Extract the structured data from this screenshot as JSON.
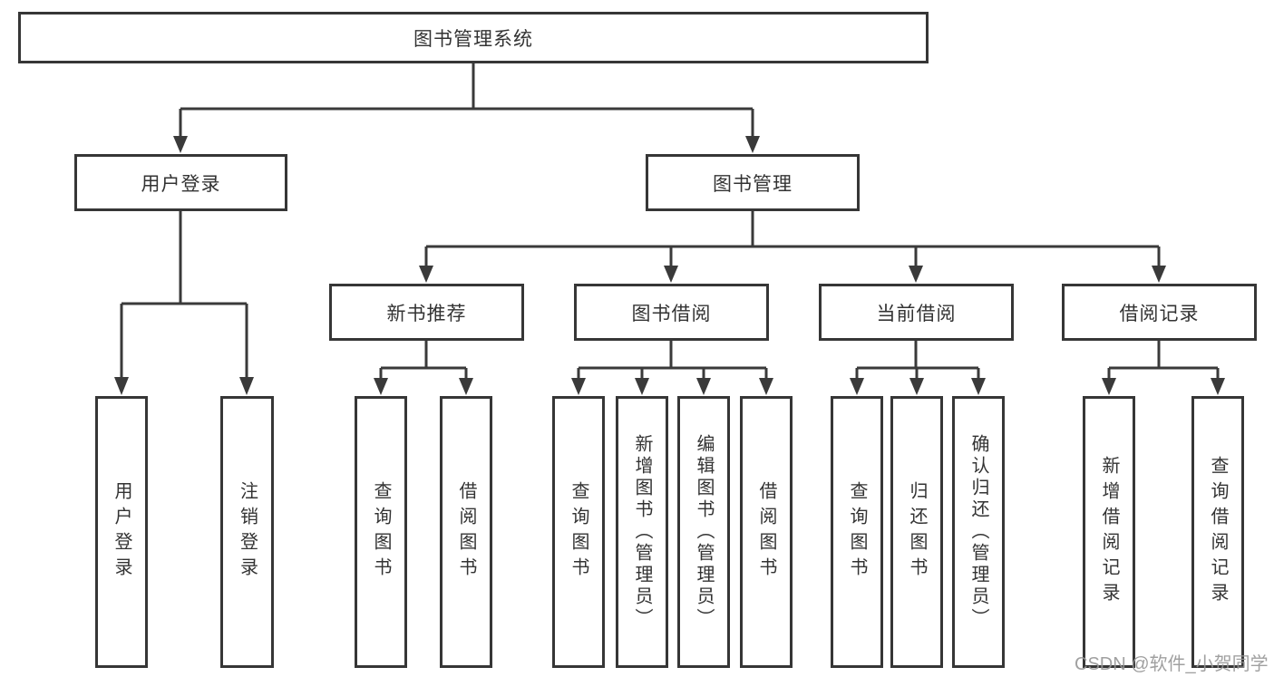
{
  "diagram": {
    "root": {
      "label": "图书管理系统"
    },
    "level2": [
      {
        "label": "用户登录"
      },
      {
        "label": "图书管理"
      }
    ],
    "level3": [
      {
        "label": "新书推荐",
        "parent": "图书管理"
      },
      {
        "label": "图书借阅",
        "parent": "图书管理"
      },
      {
        "label": "当前借阅",
        "parent": "图书管理"
      },
      {
        "label": "借阅记录",
        "parent": "图书管理"
      }
    ],
    "leaves": [
      {
        "label": "用户登录",
        "parent": "用户登录"
      },
      {
        "label": "注销登录",
        "parent": "用户登录"
      },
      {
        "label": "查询图书",
        "parent": "新书推荐"
      },
      {
        "label": "借阅图书",
        "parent": "新书推荐"
      },
      {
        "label": "查询图书",
        "parent": "图书借阅"
      },
      {
        "label": "新增图书（管理员）",
        "parent": "图书借阅"
      },
      {
        "label": "编辑图书（管理员）",
        "parent": "图书借阅"
      },
      {
        "label": "借阅图书",
        "parent": "图书借阅"
      },
      {
        "label": "查询图书",
        "parent": "当前借阅"
      },
      {
        "label": "归还图书",
        "parent": "当前借阅"
      },
      {
        "label": "确认归还（管理员）",
        "parent": "当前借阅"
      },
      {
        "label": "新增借阅记录",
        "parent": "借阅记录"
      },
      {
        "label": "查询借阅记录",
        "parent": "借阅记录"
      }
    ]
  },
  "watermark": "CSDN @软件_小贺同学",
  "colors": {
    "line": "#3a3a3a",
    "box_border": "#363636",
    "box_fill": "#ffffff",
    "text": "#333333",
    "watermark": "#969696",
    "background": "#ffffff"
  }
}
